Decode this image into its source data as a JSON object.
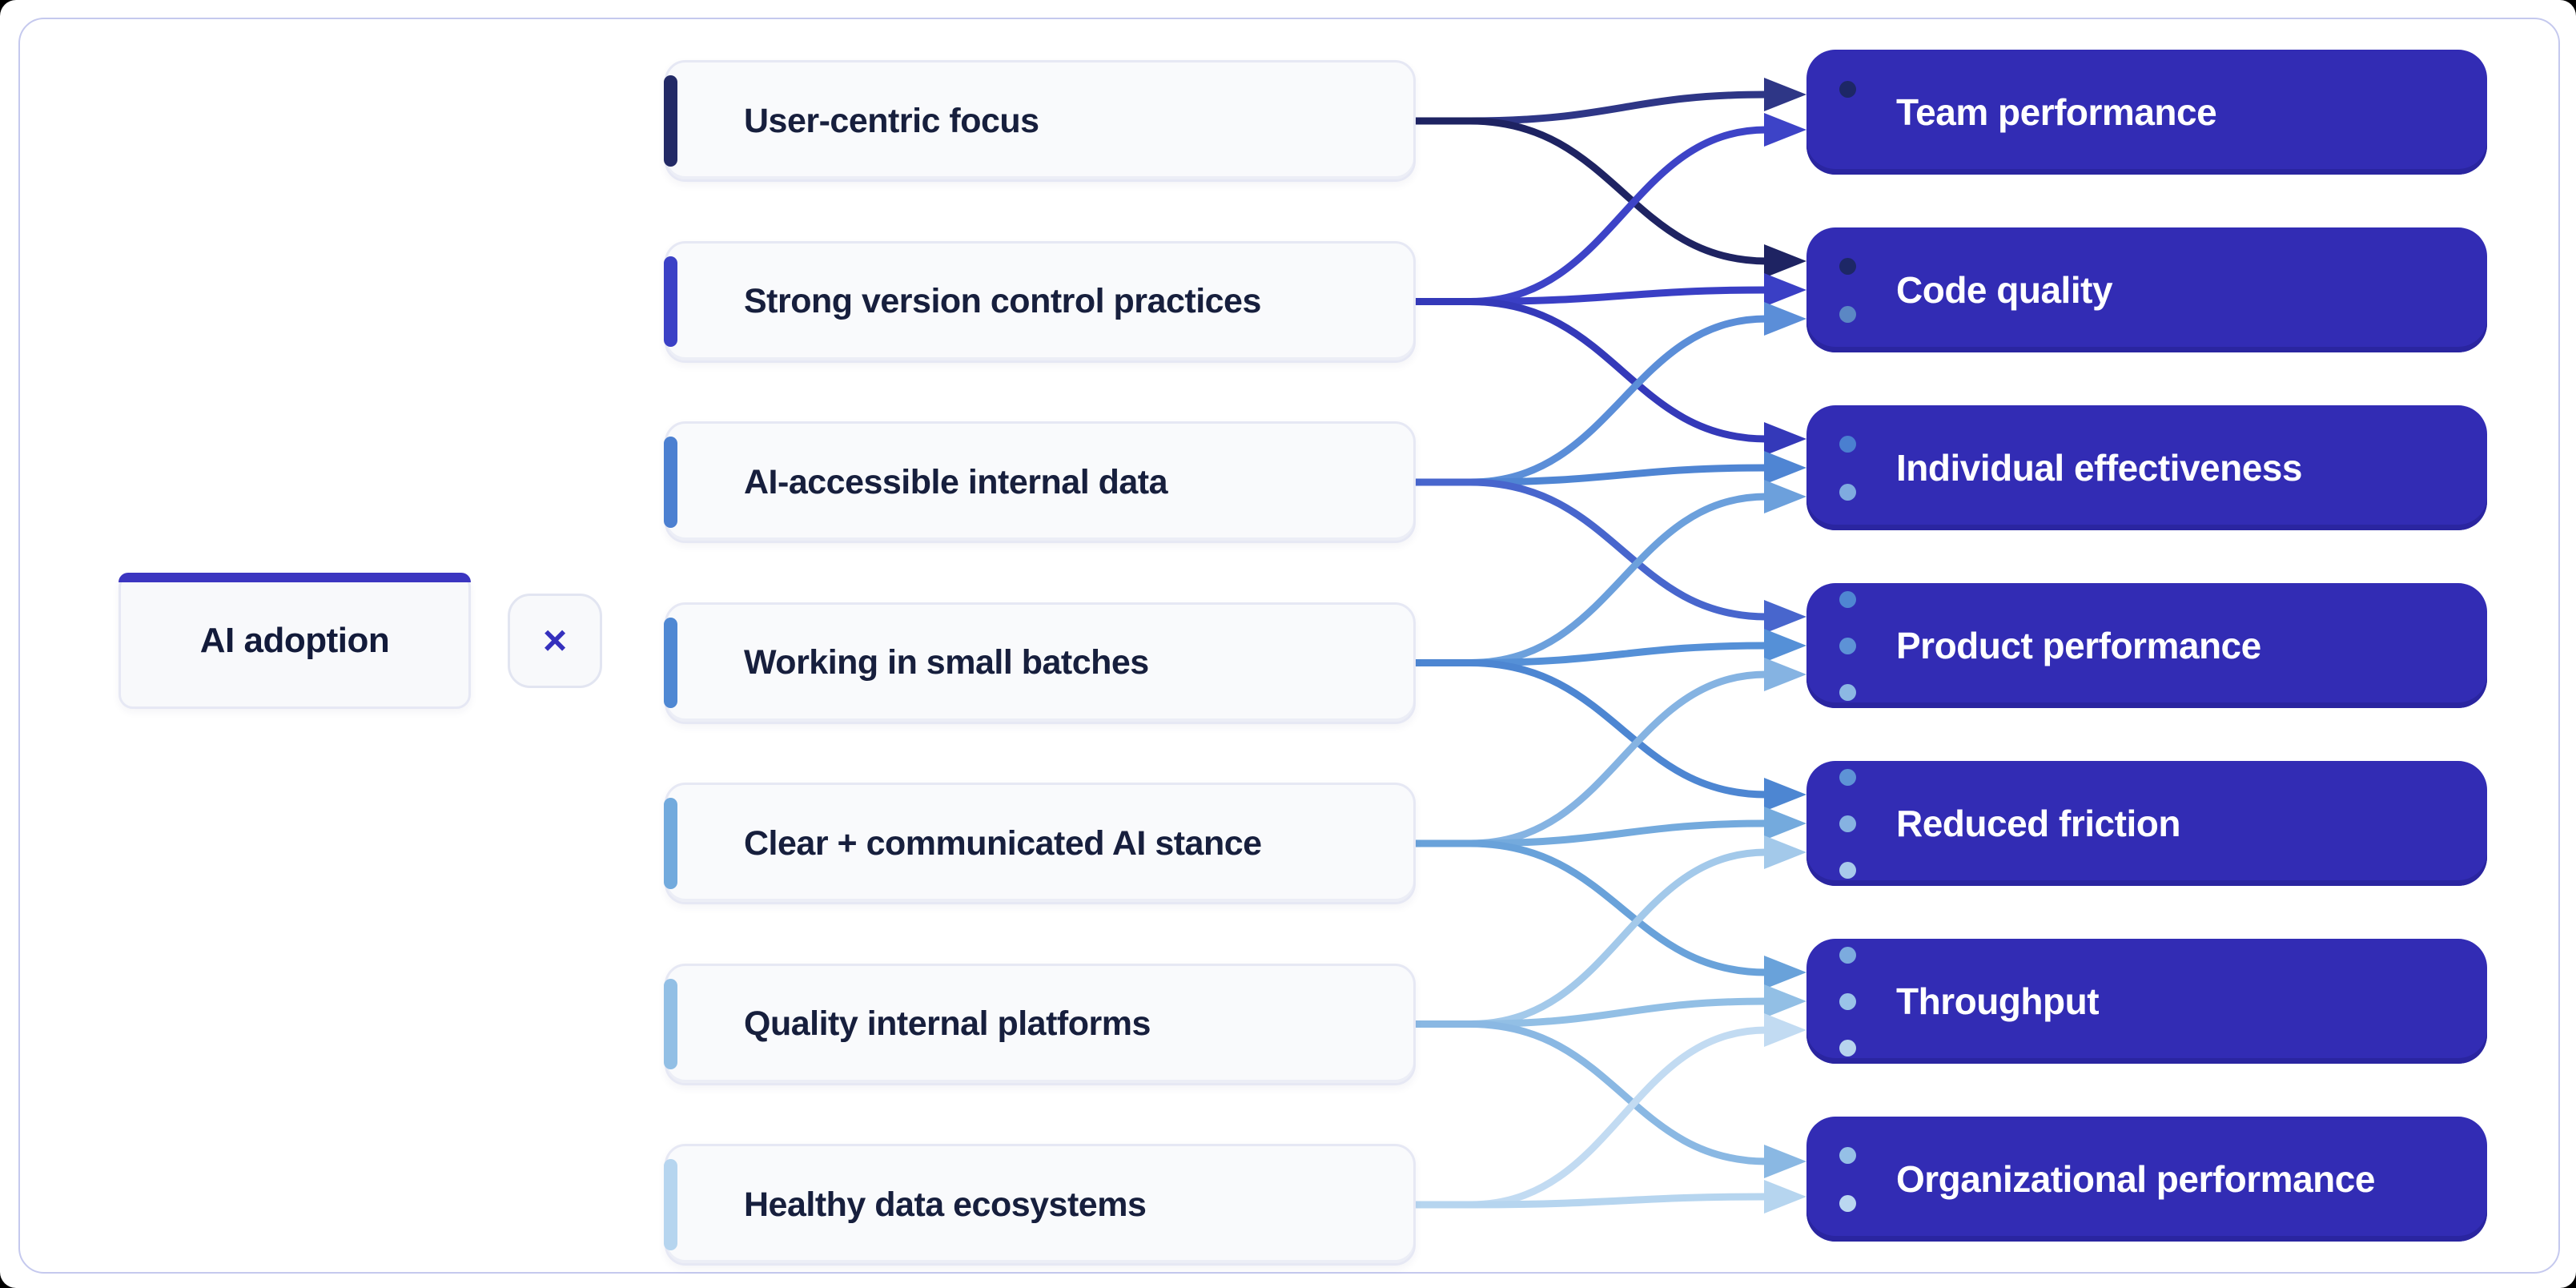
{
  "filter_chip": {
    "label": "AI adoption",
    "close_label": "×",
    "accent_color": "#3b35c0"
  },
  "colors": {
    "card_border": "#c5c9ee",
    "target_fill": "#322cb4",
    "source_fill": "#f9fafc",
    "source_text": "#171f3d",
    "target_text": "#ffffff"
  },
  "sources": [
    {
      "label": "User-centric focus",
      "accent": "#232a66"
    },
    {
      "label": "Strong version control practices",
      "accent": "#3b41c6"
    },
    {
      "label": "AI-accessible internal data",
      "accent": "#4c80d1"
    },
    {
      "label": "Working in small batches",
      "accent": "#4f88d3"
    },
    {
      "label": "Clear + communicated AI stance",
      "accent": "#72aadd"
    },
    {
      "label": "Quality internal platforms",
      "accent": "#92bfe5"
    },
    {
      "label": "Healthy data ecosystems",
      "accent": "#b6d5ef"
    }
  ],
  "targets": [
    {
      "label": "Team performance",
      "dots": [
        "#1d2766"
      ]
    },
    {
      "label": "Code quality",
      "dots": [
        "#1d2766",
        "#5b87c4"
      ]
    },
    {
      "label": "Individual effectiveness",
      "dots": [
        "#4a7fd0",
        "#7fabdf"
      ]
    },
    {
      "label": "Product performance",
      "dots": [
        "#4f86d2",
        "#5d92d6",
        "#8cb8e3"
      ]
    },
    {
      "label": "Reduced friction",
      "dots": [
        "#5e93d6",
        "#86b2e1",
        "#a8caeb"
      ]
    },
    {
      "label": "Throughput",
      "dots": [
        "#7cabde",
        "#9ac3e8",
        "#b7d4ee"
      ]
    },
    {
      "label": "Organizational performance",
      "dots": [
        "#95c0e6",
        "#bad7f0"
      ]
    }
  ],
  "edges": [
    {
      "from": 0,
      "to": 0,
      "color": "#2e3686"
    },
    {
      "from": 0,
      "to": 1,
      "color": "#1e2362"
    },
    {
      "from": 1,
      "to": 0,
      "color": "#3d43c7"
    },
    {
      "from": 1,
      "to": 1,
      "color": "#3a3fc5"
    },
    {
      "from": 1,
      "to": 2,
      "color": "#3439b9"
    },
    {
      "from": 2,
      "to": 1,
      "color": "#5b8ed8"
    },
    {
      "from": 2,
      "to": 2,
      "color": "#4f85d3"
    },
    {
      "from": 2,
      "to": 3,
      "color": "#4866cd"
    },
    {
      "from": 3,
      "to": 2,
      "color": "#6ca0dc"
    },
    {
      "from": 3,
      "to": 3,
      "color": "#5590d7"
    },
    {
      "from": 3,
      "to": 4,
      "color": "#4d86d2"
    },
    {
      "from": 4,
      "to": 3,
      "color": "#85b3e2"
    },
    {
      "from": 4,
      "to": 4,
      "color": "#74aadd"
    },
    {
      "from": 4,
      "to": 5,
      "color": "#69a2da"
    },
    {
      "from": 5,
      "to": 4,
      "color": "#a3c9ea"
    },
    {
      "from": 5,
      "to": 5,
      "color": "#92bfe5"
    },
    {
      "from": 5,
      "to": 6,
      "color": "#8ab8e3"
    },
    {
      "from": 6,
      "to": 5,
      "color": "#c2dbf2"
    },
    {
      "from": 6,
      "to": 6,
      "color": "#b6d5ef"
    }
  ]
}
